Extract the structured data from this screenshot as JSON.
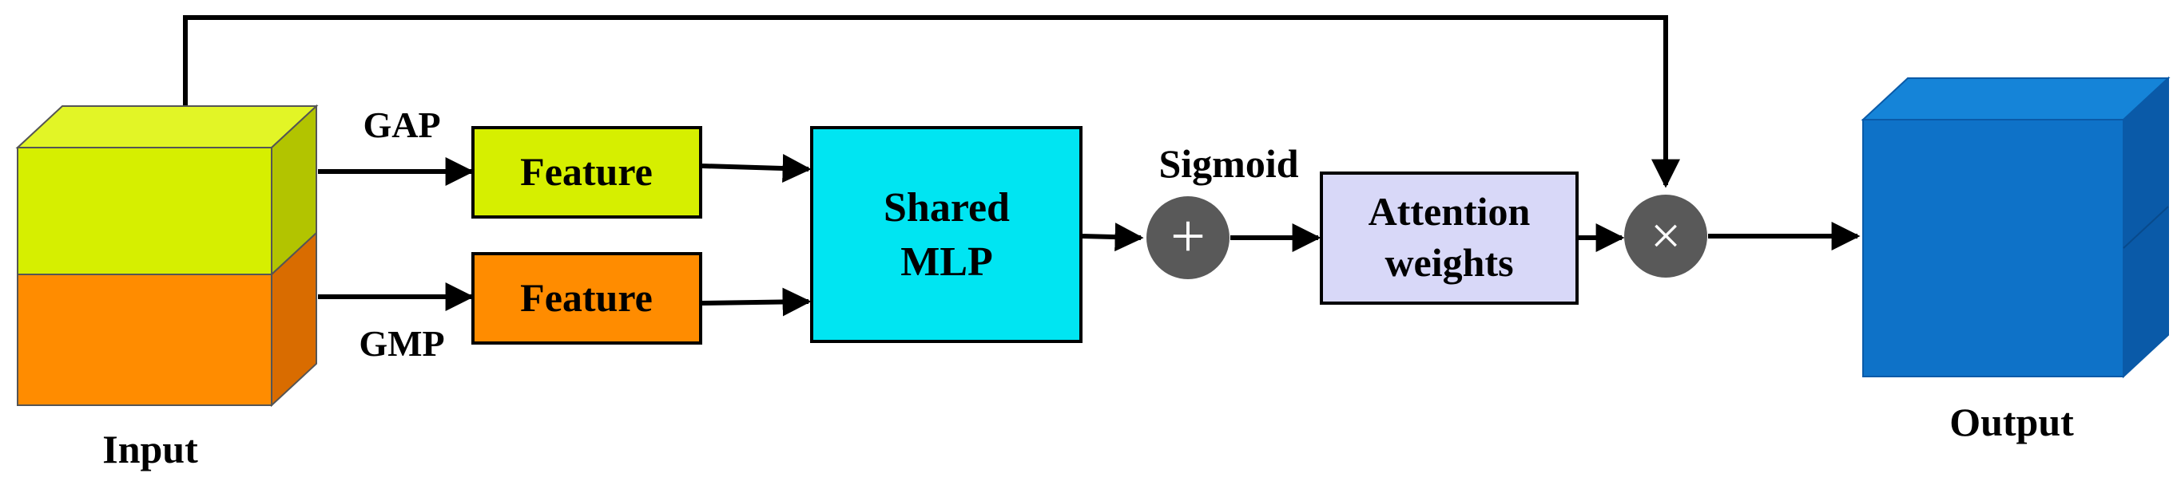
{
  "labels": {
    "input": "Input",
    "output": "Output",
    "gap": "GAP",
    "gmp": "GMP",
    "feature_top": "Feature",
    "feature_bottom": "Feature",
    "mlp_line1": "Shared",
    "mlp_line2": "MLP",
    "sigmoid": "Sigmoid",
    "attention_line1": "Attention",
    "attention_line2": "weights"
  },
  "symbols": {
    "add": "+",
    "multiply": "×"
  },
  "colors": {
    "input_top_front": "#d6ef00",
    "input_top_top": "#e2f526",
    "input_top_side": "#b2c400",
    "input_bottom_front": "#ff8c00",
    "input_bottom_side": "#d96c00",
    "feature_top_fill": "#d6ef00",
    "feature_bottom_fill": "#ff8c00",
    "mlp_fill": "#00e5f2",
    "attention_fill": "#d8d8f8",
    "operator_fill": "#595959",
    "output_front": "#0e72c8",
    "output_top": "#1584d8",
    "output_side": "#0a5aa8",
    "line": "#000000"
  }
}
